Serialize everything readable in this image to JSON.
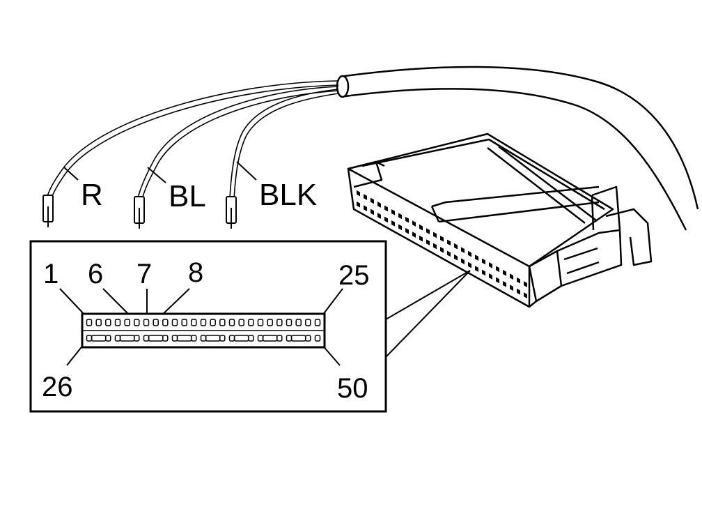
{
  "wire_labels": {
    "red": "R",
    "blue": "BL",
    "black": "BLK"
  },
  "pin_labels": {
    "pin_1": "1",
    "pin_6": "6",
    "pin_7": "7",
    "pin_8": "8",
    "pin_25": "25",
    "pin_26": "26",
    "pin_50": "50"
  },
  "connector": {
    "top_row_pins": 25,
    "bottom_row_pins": 25
  },
  "colors": {
    "line": "#000000",
    "background": "#ffffff"
  }
}
